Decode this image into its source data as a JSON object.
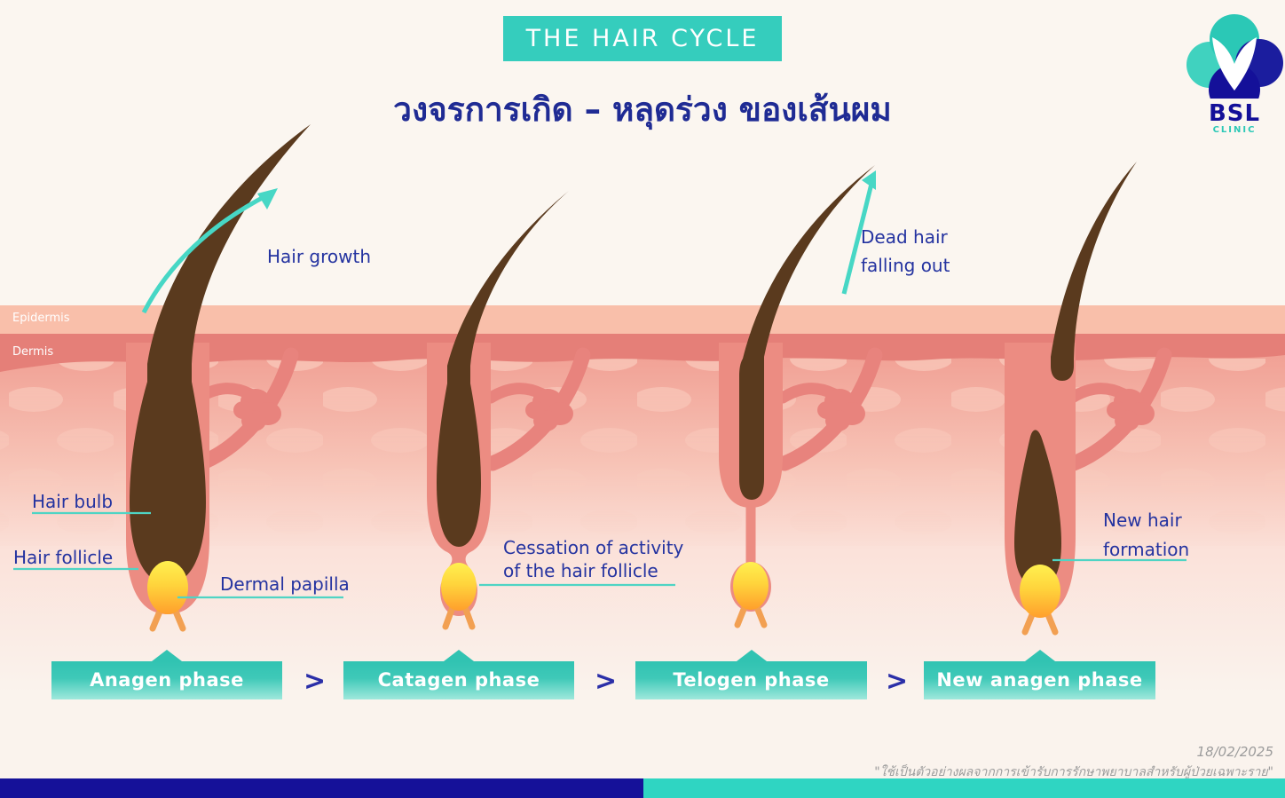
{
  "header": {
    "banner_title": "THE HAIR CYCLE",
    "thai_title": "วงจรการเกิด – หลุดร่วง ของเส้นผม"
  },
  "logo": {
    "name": "BSL",
    "subtitle": "CLINIC"
  },
  "diagram": {
    "layers": {
      "epidermis": "Epidermis",
      "dermis": "Dermis"
    },
    "annotations": {
      "hair_growth": "Hair growth",
      "hair_bulb": "Hair bulb",
      "hair_follicle": "Hair follicle",
      "dermal_papilla": "Dermal papilla",
      "cessation_line1": "Cessation of activity",
      "cessation_line2": "of the hair follicle",
      "dead_hair_line1": "Dead hair",
      "dead_hair_line2": "falling out",
      "new_hair_line1": "New hair",
      "new_hair_line2": "formation"
    }
  },
  "phases": {
    "items": [
      {
        "label": "Anagen phase"
      },
      {
        "label": "Catagen phase"
      },
      {
        "label": "Telogen phase"
      },
      {
        "label": "New anagen phase"
      }
    ],
    "separator": ">"
  },
  "footer": {
    "date": "18/02/2025",
    "disclaimer": "\"ใช้เป็นตัวอย่างผลจากการเข้ารับการรักษาพยาบาลสำหรับผู้ป่วยเฉพาะราย\""
  },
  "colors": {
    "teal_accent": "#35CDBD",
    "navy_title": "#1F2B94",
    "label_blue": "#2433A0",
    "epidermis_band": "#F9BFAA",
    "dermis_band": "#E57F78",
    "follicle_pink": "#EC8C82",
    "gland_pink": "#E8837D",
    "hair_brown": "#5A3A1E",
    "papilla_yellow": "#FFD43C",
    "arrow_teal": "#47D7C5",
    "bar_navy": "#151199",
    "bar_teal": "#2FD5C2"
  }
}
